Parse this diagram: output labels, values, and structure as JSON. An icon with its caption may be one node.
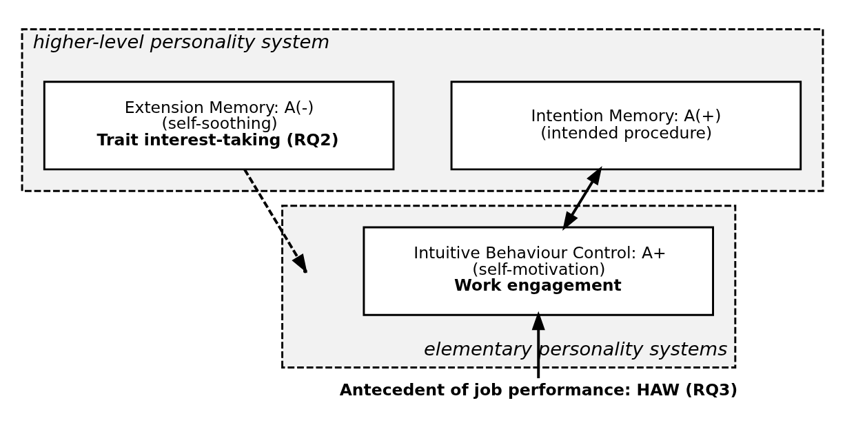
{
  "diagram": {
    "nodes": [
      {
        "text": [
          "higher-level personality system"
        ]
      },
      {
        "text": [
          "Intention Memory: A(+)",
          "(intended procedure)"
        ],
        "in": 0
      },
      {
        "text": [
          "Extension Memory: A(-)",
          "(self-soothing)",
          "Trait interest-taking (RQ2)"
        ],
        "in": 0
      },
      {
        "text": [
          "elementary personality systems"
        ]
      },
      {
        "text": [
          "Intuitive Behaviour Control: A+",
          "(self-motivation)",
          "Work engagement"
        ],
        "in": 3
      },
      {
        "text": [
          "Antecedent of job performance: HAW (RQ3)"
        ]
      }
    ],
    "edges": [
      {
        "from": 1,
        "to": 4,
        "arrow": "both"
      },
      {
        "from": 2,
        "to": null,
        "arrow": "to",
        "style": "dashed"
      },
      {
        "from": 5,
        "to": 4,
        "arrow": "to"
      }
    ]
  }
}
